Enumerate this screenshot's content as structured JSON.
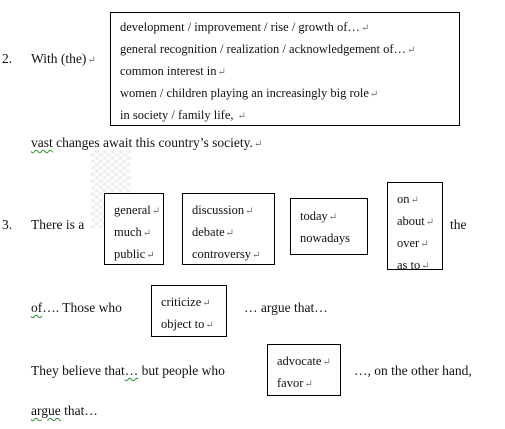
{
  "item2": {
    "number": "2.",
    "lead": "With (the)",
    "options": [
      "development / improvement / rise / growth of…",
      "general recognition / realization / acknowledgement of…",
      "common interest in",
      "women / children playing an increasingly big role",
      "in society / family life,"
    ],
    "ending_word": "vast",
    "ending_rest": " changes await this country’s society."
  },
  "item3": {
    "number": "3.",
    "lead": "There is a",
    "box_a": [
      "general",
      "much",
      "public"
    ],
    "box_b": [
      "discussion",
      "debate",
      "controversy"
    ],
    "box_c": [
      "today",
      "nowadays"
    ],
    "box_d": [
      "on",
      "about",
      "over",
      "as to"
    ],
    "after_d": "the",
    "line2_of": "of",
    "line2_rest": "…. Those who",
    "box_e": [
      "criticize",
      "object to"
    ],
    "line2_end": "… argue that…",
    "line3_start": "They believe that",
    "line3_dots": "…",
    "line3_mid": " but people who",
    "box_f": [
      "advocate",
      "favor"
    ],
    "line3_end": "…, on the other hand,",
    "line4_word": "argue",
    "line4_rest": " that…"
  },
  "paragraph_mark": "↵"
}
